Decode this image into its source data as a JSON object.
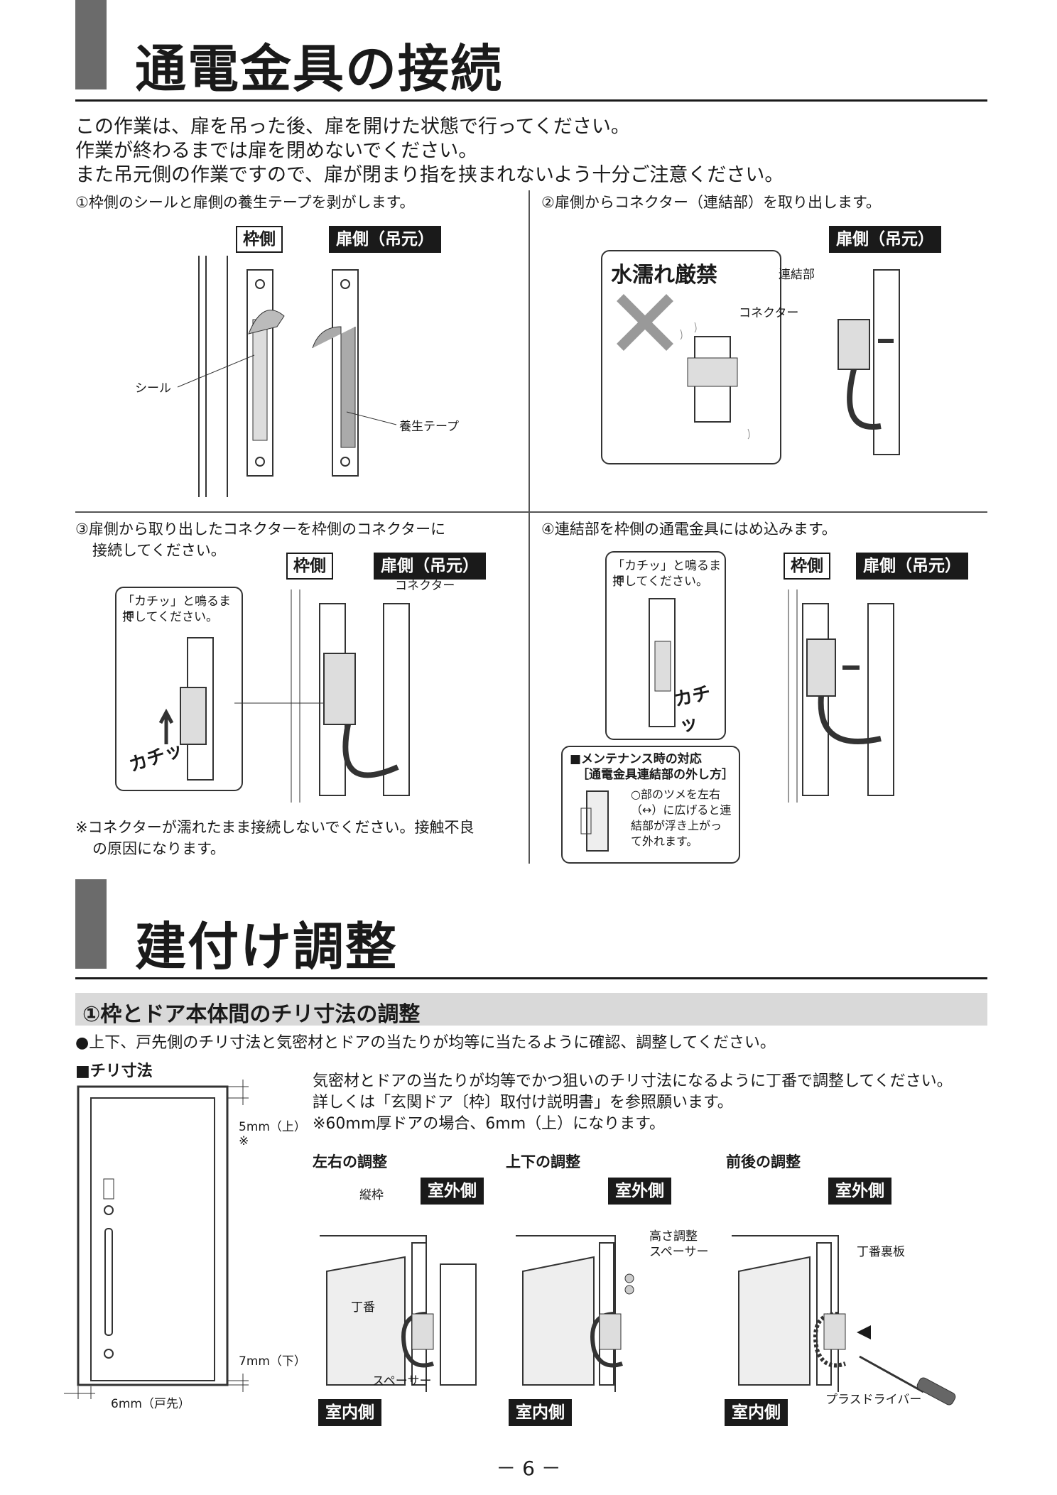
{
  "section1": {
    "title": "通電金具の接続",
    "intro": [
      "この作業は、扉を吊った後、扉を開けた状態で行ってください。",
      "作業が終わるまでは扉を閉めないでください。",
      "また吊元側の作業ですので、扉が閉まり指を挟まれないよう十分ご注意ください。"
    ],
    "step1": {
      "text": "①枠側のシールと扉側の養生テープを剥がします。",
      "tag_frame": "枠側",
      "tag_door": "扉側（吊元）",
      "label_seal": "シール",
      "label_tape": "養生テープ"
    },
    "step2": {
      "text": "②扉側からコネクター（連結部）を取り出します。",
      "tag_door": "扉側（吊元）",
      "warning": "水濡れ厳禁",
      "label_link": "連結部",
      "label_connector": "コネクター"
    },
    "step3": {
      "text_line1": "③扉側から取り出したコネクターを枠側のコネクターに",
      "text_line2": "接続してください。",
      "tag_frame": "枠側",
      "tag_door": "扉側（吊元）",
      "label_connector": "コネクター",
      "callout": [
        "「カチッ」と鳴るまで",
        "押してください。"
      ],
      "click": "カチッ",
      "note_line1": "※コネクターが濡れたまま接続しないでください。接触不良",
      "note_line2": "の原因になります。"
    },
    "step4": {
      "text": "④連結部を枠側の通電金具にはめ込みます。",
      "tag_frame": "枠側",
      "tag_door": "扉側（吊元）",
      "callout": [
        "「カチッ」と鳴るまで",
        "押してください。"
      ],
      "click": "カチッ",
      "maint_title": "■メンテナンス時の対応",
      "maint_sub": "［通電金具連結部の外し方］",
      "maint_text": [
        "○部のツメを左右",
        "（↔）に広げると連",
        "結部が浮き上がっ",
        "て外れます。"
      ]
    }
  },
  "section2": {
    "title": "建付け調整",
    "sub_heading": "①枠とドア本体間のチリ寸法の調整",
    "bullet": "●上下、戸先側のチリ寸法と気密材とドアの当たりが均等に当たるように確認、調整してください。",
    "chiri_label": "■チリ寸法",
    "dim_top": "5mm（上）",
    "dim_top_note": "※",
    "dim_bottom": "7mm（下）",
    "dim_side": "6mm（戸先）",
    "desc": [
      "気密材とドアの当たりが均等でかつ狙いのチリ寸法になるように丁番で調整してください。",
      "詳しくは「玄関ドア〔枠〕取付け説明書」を参照願います。",
      "※60mm厚ドアの場合、6mm（上）になります。"
    ],
    "adjust": [
      {
        "title": "左右の調整",
        "outside": "室外側",
        "inside": "室内側",
        "labels": [
          "縦枠",
          "丁番",
          "スペーサー"
        ]
      },
      {
        "title": "上下の調整",
        "outside": "室外側",
        "inside": "室内側",
        "labels": [
          "高さ調整",
          "スペーサー"
        ]
      },
      {
        "title": "前後の調整",
        "outside": "室外側",
        "inside": "室内側",
        "labels": [
          "丁番裏板",
          "プラスドライバー"
        ]
      }
    ]
  },
  "page_number": "－ 6 －"
}
